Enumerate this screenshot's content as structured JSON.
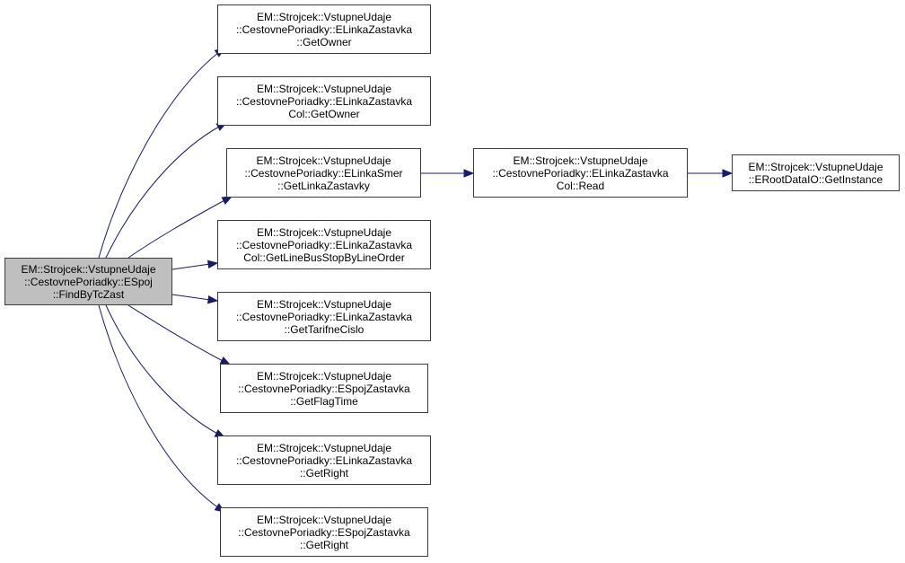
{
  "diagram": {
    "type": "call-graph",
    "edge_color": "#191970",
    "root_fill": "#bfbfbf",
    "nodes": [
      {
        "id": "root",
        "lines": [
          "EM::Strojcek::VstupneUdaje",
          "::CestovnePoriadky::ESpoj",
          "::FindByTcZast"
        ],
        "root": true
      },
      {
        "id": "n1",
        "lines": [
          "EM::Strojcek::VstupneUdaje",
          "::CestovnePoriadky::ELinkaZastavka",
          "::GetOwner"
        ]
      },
      {
        "id": "n2",
        "lines": [
          "EM::Strojcek::VstupneUdaje",
          "::CestovnePoriadky::ELinkaZastavka",
          "Col::GetOwner"
        ]
      },
      {
        "id": "n3",
        "lines": [
          "EM::Strojcek::VstupneUdaje",
          "::CestovnePoriadky::ELinkaSmer",
          "::GetLinkaZastavky"
        ]
      },
      {
        "id": "n4",
        "lines": [
          "EM::Strojcek::VstupneUdaje",
          "::CestovnePoriadky::ELinkaZastavka",
          "Col::GetLineBusStopByLineOrder"
        ]
      },
      {
        "id": "n5",
        "lines": [
          "EM::Strojcek::VstupneUdaje",
          "::CestovnePoriadky::ELinkaZastavka",
          "::GetTarifneCislo"
        ]
      },
      {
        "id": "n6",
        "lines": [
          "EM::Strojcek::VstupneUdaje",
          "::CestovnePoriadky::ESpojZastavka",
          "::GetFlagTime"
        ]
      },
      {
        "id": "n7",
        "lines": [
          "EM::Strojcek::VstupneUdaje",
          "::CestovnePoriadky::ELinkaZastavka",
          "::GetRight"
        ]
      },
      {
        "id": "n8",
        "lines": [
          "EM::Strojcek::VstupneUdaje",
          "::CestovnePoriadky::ESpojZastavka",
          "::GetRight"
        ]
      },
      {
        "id": "n9",
        "lines": [
          "EM::Strojcek::VstupneUdaje",
          "::CestovnePoriadky::ELinkaZastavka",
          "Col::Read"
        ]
      },
      {
        "id": "n10",
        "lines": [
          "EM::Strojcek::VstupneUdaje",
          "::ERootDataIO::GetInstance"
        ]
      }
    ],
    "edges": [
      {
        "from": "root",
        "to": "n1"
      },
      {
        "from": "root",
        "to": "n2"
      },
      {
        "from": "root",
        "to": "n3"
      },
      {
        "from": "root",
        "to": "n4"
      },
      {
        "from": "root",
        "to": "n5"
      },
      {
        "from": "root",
        "to": "n6"
      },
      {
        "from": "root",
        "to": "n7"
      },
      {
        "from": "root",
        "to": "n8"
      },
      {
        "from": "n3",
        "to": "n9"
      },
      {
        "from": "n9",
        "to": "n10"
      }
    ]
  }
}
